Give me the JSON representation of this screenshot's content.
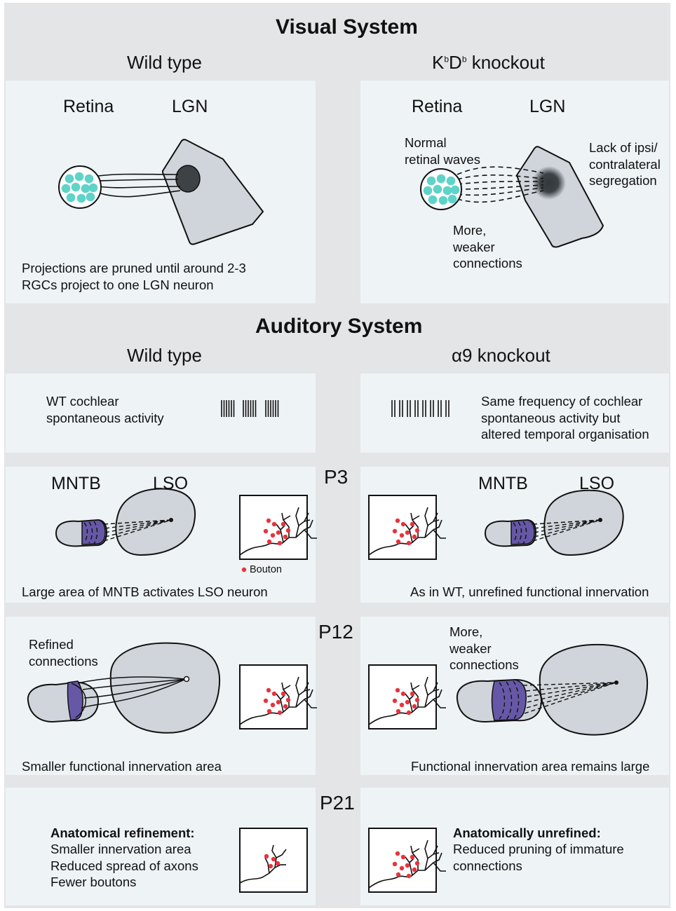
{
  "visual": {
    "title": "Visual System",
    "wt_heading": "Wild type",
    "ko_heading_main_1": "K",
    "ko_heading_sup_1": "b",
    "ko_heading_main_2": "D",
    "ko_heading_sup_2": "b",
    "ko_heading_main_3": " knockout",
    "wt_retina": "Retina",
    "wt_lgn": "LGN",
    "ko_retina": "Retina",
    "ko_lgn": "LGN",
    "wt_caption": "Projections are pruned until around 2-3\nRGCs project to one LGN neuron",
    "ko_waves": "Normal\nretinal waves",
    "ko_segregation": "Lack of ipsi/\ncontralateral\nsegregation",
    "ko_connections": "More,\nweaker\nconnections"
  },
  "auditory": {
    "title": "Auditory System",
    "wt_heading": "Wild type",
    "ko_heading": "α9 knockout",
    "wt_activity": "WT cochlear\nspontaneous activity",
    "ko_activity": "Same frequency of cochlear\nspontaneous activity but\naltered temporal organisation",
    "p3": {
      "stage": "P3",
      "wt_mntb": "MNTB",
      "wt_lso": "LSO",
      "ko_mntb": "MNTB",
      "ko_lso": "LSO",
      "bouton_legend": "Bouton",
      "wt_caption": "Large area of MNTB activates LSO neuron",
      "ko_caption": "As in WT, unrefined functional innervation"
    },
    "p12": {
      "stage": "P12",
      "wt_label": "Refined\nconnections",
      "ko_label": "More,\nweaker\nconnections",
      "wt_caption": "Smaller functional innervation area",
      "ko_caption": "Functional innervation area remains large"
    },
    "p21": {
      "stage": "P21",
      "wt_bold": "Anatomical refinement:",
      "wt_text": "Smaller innervation area\nReduced spread of axons\nFewer boutons",
      "ko_bold": "Anatomically unrefined:",
      "ko_text": "Reduced pruning of immature\nconnections"
    }
  },
  "colors": {
    "background": "#e3e5e7",
    "panel": "#eef3f6",
    "retina_cells": "#5fd3c8",
    "lgn_fill": "#d0d5db",
    "mntb_purple": "#6658a6",
    "bouton_red": "#e8333d"
  }
}
